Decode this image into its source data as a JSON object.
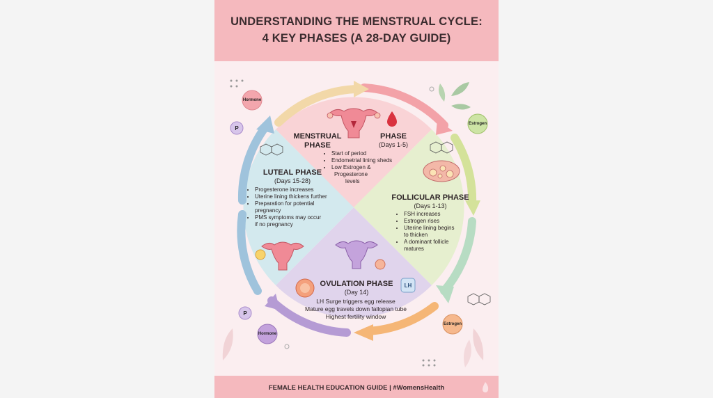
{
  "title": {
    "line1": "UNDERSTANDING THE MENSTRUAL CYCLE:",
    "line2": "4 KEY PHASES (A 28-DAY GUIDE)"
  },
  "phases": {
    "menstrual": {
      "title_left": "MENSTRUAL",
      "title_left2": "PHASE",
      "title_right": "PHASE",
      "days": "(Days 1-5)",
      "items": [
        "Start of period",
        "Endometrial lining sheds",
        "Low Estrogen &",
        "Progesterone",
        "levels"
      ]
    },
    "follicular": {
      "title": "FOLLICULAR PHASE",
      "days": "(Days 1-13)",
      "items": [
        "FSH increases",
        "Estrogen rises",
        "Uterine lining begins",
        "to thicken",
        "A dominant follicle",
        "matures"
      ]
    },
    "ovulation": {
      "title": "OVULATION PHASE",
      "days": "(Day 14)",
      "items": [
        "LH Surge triggers egg release",
        "Mature egg travels down fallopian tube",
        "Highest fertility window"
      ]
    },
    "luteal": {
      "title": "LUTEAL PHASE",
      "days": "(Days 15-28)",
      "items": [
        "Progesterone increases",
        "Uterine lining thickens further",
        "Preparation for potential",
        "pregnancy",
        "PMS symptoms may occur",
        "if no pregnancy"
      ]
    }
  },
  "badges": {
    "hormone": "Hormone",
    "p": "P",
    "estrogen": "Estrogen",
    "lh": "LH"
  },
  "footer": "FEMALE HEALTH EDUCATION GUIDE | #WomensHealth",
  "colors": {
    "header": "#f5b9be",
    "menstrual": "#f9d3d6",
    "follicular": "#e6efcf",
    "ovulation": "#e0d4ec",
    "luteal": "#d3e9ee"
  }
}
